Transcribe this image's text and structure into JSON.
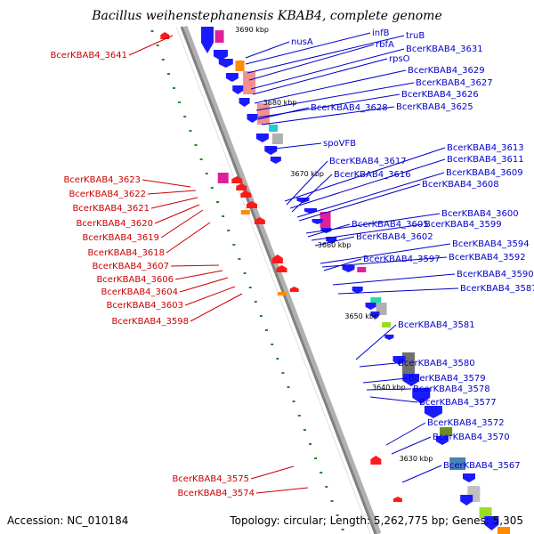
{
  "title": "Bacillus weihenstephanensis KBAB4, complete genome",
  "footer": {
    "accession": "Accession: NC_010184",
    "topology": "Topology: circular; Length: 5,262,775 bp; Genes: 5,305"
  },
  "ticks": [
    "3690 kbp",
    "3680 kbp",
    "3670 kbp",
    "3660 kbp",
    "3650 kbp",
    "3640 kbp",
    "3630 kbp"
  ],
  "right_labels": [
    "nusA",
    "infB",
    "truB",
    "rbfA",
    "BcerKBAB4_3631",
    "rpsO",
    "BcerKBAB4_3629",
    "BcerKBAB4_3627",
    "BcerKBAB4_3626",
    "BcerKBAB4_3628",
    "BcerKBAB4_3625",
    "spoVFB",
    "BcerKBAB4_3613",
    "BcerKBAB4_3617",
    "BcerKBAB4_3611",
    "BcerKBAB4_3616",
    "BcerKBAB4_3609",
    "BcerKBAB4_3608",
    "BcerKBAB4_3600",
    "BcerKBAB4_3605",
    "BcerKBAB4_3599",
    "BcerKBAB4_3602",
    "BcerKBAB4_3594",
    "BcerKBAB4_3592",
    "BcerKBAB4_3597",
    "BcerKBAB4_3590",
    "BcerKBAB4_3587",
    "BcerKBAB4_3581",
    "BcerKBAB4_3580",
    "BcerKBAB4_3579",
    "BcerKBAB4_3578",
    "BcerKBAB4_3577",
    "BcerKBAB4_3572",
    "BcerKBAB4_3570",
    "BcerKBAB4_3567"
  ],
  "left_labels": [
    "BcerKBAB4_3641",
    "BcerKBAB4_3623",
    "BcerKBAB4_3622",
    "BcerKBAB4_3621",
    "BcerKBAB4_3620",
    "BcerKBAB4_3619",
    "BcerKBAB4_3618",
    "BcerKBAB4_3607",
    "BcerKBAB4_3606",
    "BcerKBAB4_3604",
    "BcerKBAB4_3603",
    "BcerKBAB4_3598",
    "BcerKBAB4_3575",
    "BcerKBAB4_3574"
  ]
}
